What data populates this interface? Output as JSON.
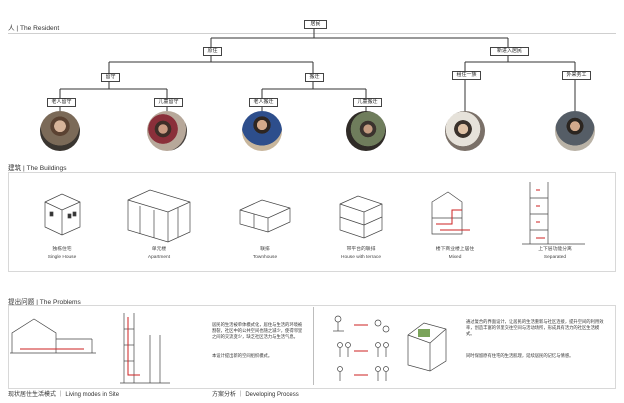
{
  "sections": {
    "resident": "人 | The Resident",
    "buildings": "建筑 | The Buildings",
    "problems": "提出问题 | The Problems"
  },
  "tree": {
    "root": "居民",
    "level1": [
      "原住",
      "新进入居民"
    ],
    "level2": [
      "留守",
      "搬迁",
      "租住一族",
      "外来务工"
    ],
    "level3": [
      "老人留守",
      "儿童留守",
      "老人搬迁",
      "儿童搬迁"
    ]
  },
  "buildings": [
    {
      "cn": "独栋住宅",
      "en": "Single House"
    },
    {
      "cn": "单元楼",
      "en": "Apartment"
    },
    {
      "cn": "联排",
      "en": "Townhouse"
    },
    {
      "cn": "带平台的联排",
      "en": "House with terrace"
    },
    {
      "cn": "楼下商业楼上居住",
      "en": "Mixed"
    },
    {
      "cn": "上下层功能分离",
      "en": "Separated"
    }
  ],
  "problems": {
    "text1": "居民的生活被单体模式化，居住与生活的环境被割裂，社区中的公共空间也随之减少，使得邻里之间的交流变少，缺乏社区活力与生活气息。",
    "text2": "本设计提出新的空间组织模式。",
    "text3": "通过复合的界面设计，让居民的生活重新与社区连接，提升空间的利用效率，创造丰富的邻里交往空间与活动场所，形成具有活力的社区生活模式。",
    "text4": "同时保留原有住宅的生活肌理，延续居民的记忆与情感。"
  },
  "footer": {
    "left": "现状居住生活模式 ｜ Living modes in Site",
    "right": "方案分析 ｜ Developing Process"
  },
  "colors": {
    "accent": "#cc2222",
    "line": "#333333"
  }
}
